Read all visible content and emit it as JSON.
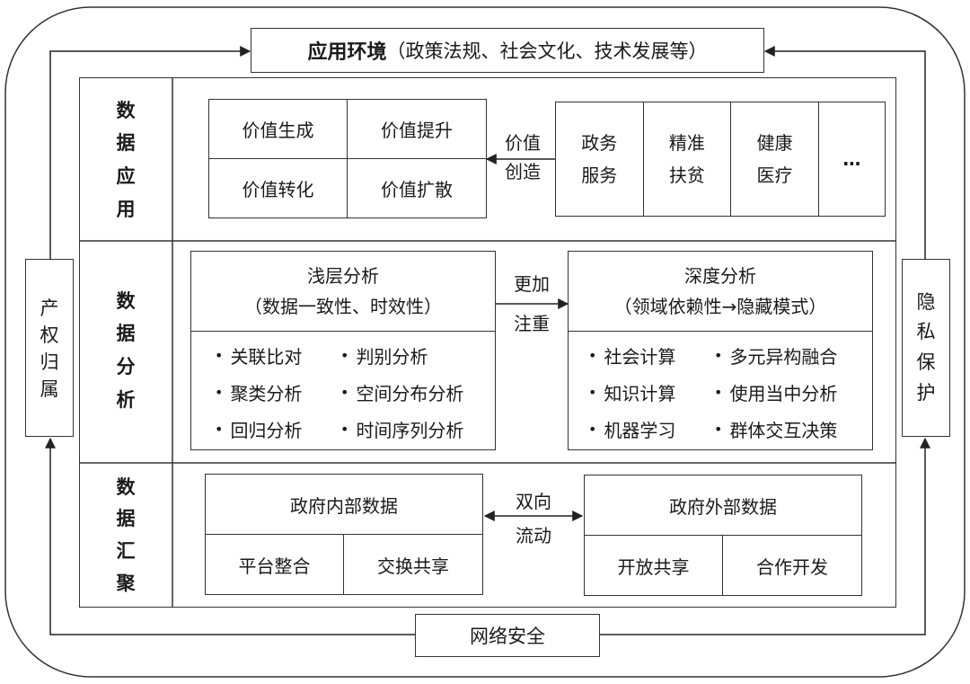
{
  "env": {
    "title": "应用环境",
    "detail": "（政策法规、社会文化、技术发展等）"
  },
  "left_side": [
    "产",
    "权",
    "归",
    "属"
  ],
  "right_side": [
    "隐",
    "私",
    "保",
    "护"
  ],
  "bottom": "网络安全",
  "layers": {
    "application": {
      "label": [
        "数",
        "据",
        "应",
        "用"
      ],
      "value_cells": [
        "价值生成",
        "价值提升",
        "价值转化",
        "价值扩散"
      ],
      "arrow_label": [
        "价值",
        "创造"
      ],
      "services": [
        [
          "政务",
          "服务"
        ],
        [
          "精准",
          "扶贫"
        ],
        [
          "健康",
          "医疗"
        ],
        [
          "…"
        ]
      ]
    },
    "analysis": {
      "label": [
        "数",
        "据",
        "分",
        "析"
      ],
      "shallow": {
        "title": "浅层分析",
        "subtitle": "（数据一致性、时效性）",
        "items": [
          "关联比对",
          "判别分析",
          "聚类分析",
          "空间分布分析",
          "回归分析",
          "时间序列分析"
        ]
      },
      "arrow_label": [
        "更加",
        "注重"
      ],
      "deep": {
        "title": "深度分析",
        "subtitle": "（领域依赖性→隐藏模式）",
        "items": [
          "社会计算",
          "多元异构融合",
          "知识计算",
          "使用当中分析",
          "机器学习",
          "群体交互决策"
        ]
      }
    },
    "aggregation": {
      "label": [
        "数",
        "据",
        "汇",
        "聚"
      ],
      "internal": {
        "title": "政府内部数据",
        "cells": [
          "平台整合",
          "交换共享"
        ]
      },
      "arrow_label": [
        "双向",
        "流动"
      ],
      "external": {
        "title": "政府外部数据",
        "cells": [
          "开放共享",
          "合作开发"
        ]
      }
    }
  }
}
